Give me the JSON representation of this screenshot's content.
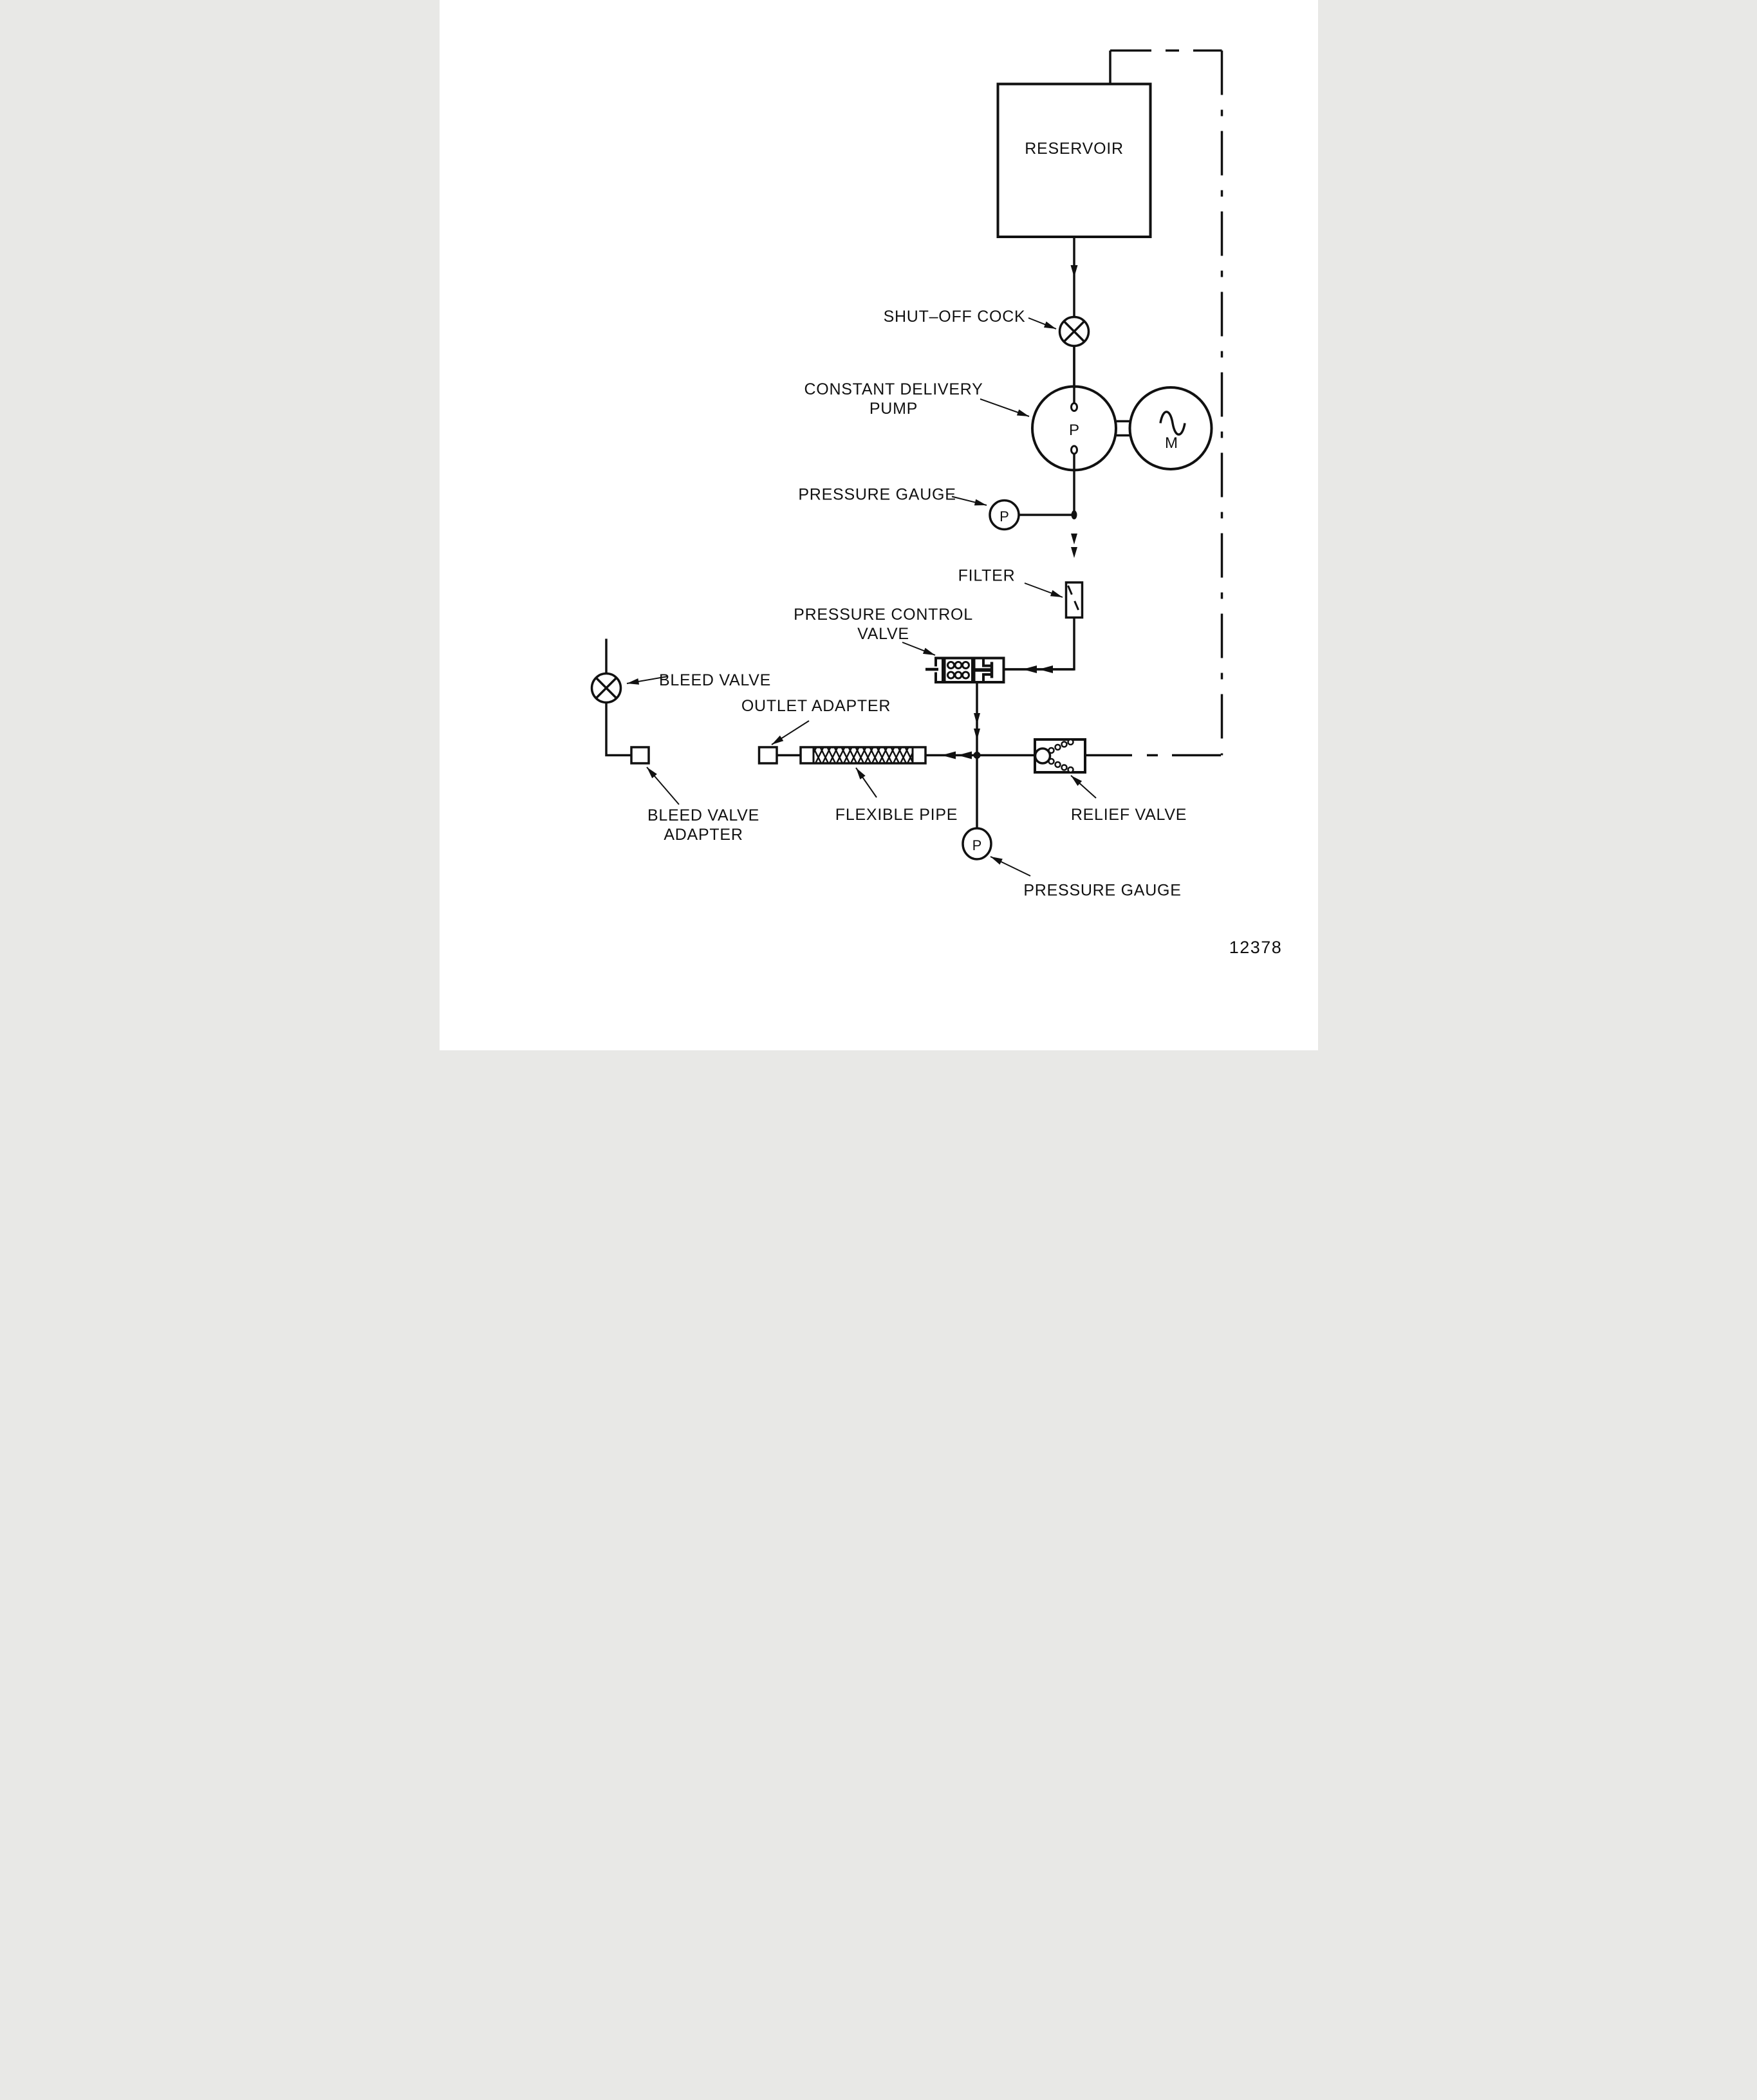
{
  "figure_number": "12378",
  "colors": {
    "ink": "#111111",
    "paper": "#ffffff"
  },
  "labels": {
    "reservoir": "RESERVOIR",
    "shut_off_cock": "SHUT–OFF COCK",
    "pump_line1": "CONSTANT DELIVERY",
    "pump_line2": "PUMP",
    "pressure_gauge_top": "PRESSURE GAUGE",
    "filter": "FILTER",
    "pressure_control_line1": "PRESSURE CONTROL",
    "pressure_control_line2": "VALVE",
    "bleed_valve": "BLEED VALVE",
    "outlet_adapter": "OUTLET ADAPTER",
    "bleed_adapter_line1": "BLEED VALVE",
    "bleed_adapter_line2": "ADAPTER",
    "flexible_pipe": "FLEXIBLE PIPE",
    "relief_valve": "RELIEF VALVE",
    "pressure_gauge_bottom": "PRESSURE GAUGE"
  },
  "symbols": {
    "pump_letter": "P",
    "motor_letter": "M",
    "gauge_top_letter": "P",
    "gauge_bottom_letter": "P"
  }
}
